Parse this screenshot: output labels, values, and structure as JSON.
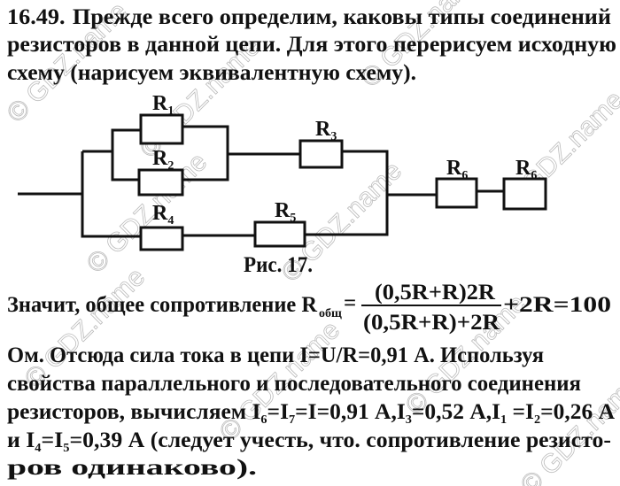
{
  "problem": {
    "number": "16.49.",
    "line1": "Прежде всего определим, каковы типы соединений",
    "line2": "резисторов в данной цепи. Для этого перерисуем исходную",
    "line3": "схему (нарисуем эквивалентную схему)."
  },
  "figure": {
    "labels": {
      "r1": "R",
      "r1s": "1",
      "r2": "R",
      "r2s": "2",
      "r3": "R",
      "r3s": "3",
      "r4": "R",
      "r4s": "4",
      "r5": "R",
      "r5s": "5",
      "r6": "R",
      "r6s": "6",
      "r7": "R",
      "r7s": "6"
    },
    "caption": "Рис. 17."
  },
  "solution": {
    "formula_prefix": "Значит, общее сопротивление R",
    "formula_sub": "общ",
    "equals": "=",
    "numerator": "(0,5R+R)2R",
    "denominator": "(0,5R+R)+2R",
    "formula_suffix": "+2R=100",
    "line2": "Ом. Отсюда сила тока в цепи I=U/R=0,91 А. Используя",
    "line3": "свойства параллельного и последовательного соединения",
    "line4": {
      "a": "резисторов, вычисляем I",
      "s6": "6",
      "b": "=I",
      "s7": "7",
      "c": "=I=0,91 А,I",
      "s3": "3",
      "d": "=0,52 А,I",
      "s1": "1",
      "e": " =I",
      "s2": "2",
      "f": "=0,26 А"
    },
    "line5": {
      "a": "и I",
      "s4": "4",
      "b": "=I",
      "s5": "5",
      "c": "=0,39 А (следует учесть, что. сопротивление резисто-"
    },
    "line6": "ров одинаково)."
  },
  "watermark": "© GDZ.name"
}
